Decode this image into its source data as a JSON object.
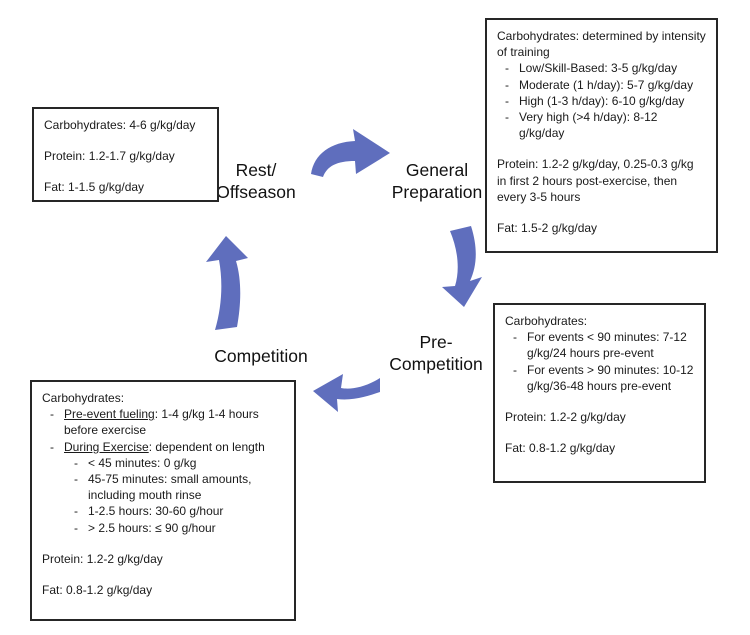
{
  "arrow_color": "#5f6ebd",
  "bullet_marker": "-",
  "phases": {
    "rest": {
      "label": "Rest/\nOffseason"
    },
    "general": {
      "label": "General\nPreparation"
    },
    "precomp": {
      "label": "Pre-\nCompetition"
    },
    "competition": {
      "label": "Competition"
    }
  },
  "boxes": {
    "offseason": {
      "carbs": "Carbohydrates: 4-6 g/kg/day",
      "protein": "Protein: 1.2-1.7 g/kg/day",
      "fat": "Fat: 1-1.5 g/kg/day"
    },
    "general": {
      "carbs_heading": "Carbohydrates: determined by intensity of training",
      "bullets": [
        "Low/Skill-Based: 3-5 g/kg/day",
        "Moderate (1 h/day): 5-7 g/kg/day",
        "High (1-3 h/day): 6-10 g/kg/day",
        "Very high (>4 h/day): 8-12 g/kg/day"
      ],
      "protein": "Protein: 1.2-2 g/kg/day, 0.25-0.3 g/kg in first 2 hours post-exercise, then every 3-5 hours",
      "fat": "Fat: 1.5-2 g/kg/day"
    },
    "precomp": {
      "carbs_heading": "Carbohydrates:",
      "bullets": [
        "For events < 90 minutes: 7-12 g/kg/24 hours pre-event",
        "For events > 90 minutes: 10-12 g/kg/36-48 hours pre-event"
      ],
      "protein": "Protein: 1.2-2 g/kg/day",
      "fat": "Fat: 0.8-1.2 g/kg/day"
    },
    "competition": {
      "carbs_heading": "Carbohydrates:",
      "bullet1_underlined": "Pre-event fueling",
      "bullet1_rest": ": 1-4 g/kg 1-4 hours before exercise",
      "bullet2_underlined": "During Exercise",
      "bullet2_rest": ": dependent on length",
      "sub_bullets": [
        "< 45 minutes: 0 g/kg",
        "45-75 minutes: small amounts, including mouth rinse",
        "1-2.5 hours: 30-60 g/hour",
        "> 2.5 hours: ≤ 90 g/hour"
      ],
      "protein": "Protein: 1.2-2 g/kg/day",
      "fat": "Fat: 0.8-1.2 g/kg/day"
    }
  }
}
